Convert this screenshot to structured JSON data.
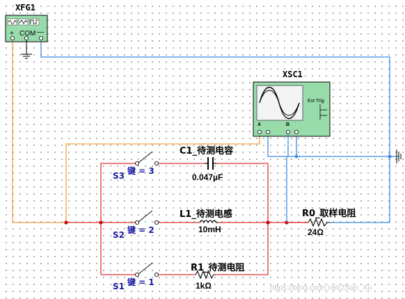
{
  "fgen": {
    "ref": "XFG1",
    "plus": "+",
    "com": "COM",
    "minus": "—",
    "waveforms": [
      "sine-icon",
      "triangle-icon",
      "square-icon"
    ]
  },
  "scope": {
    "ref": "XSC1",
    "ext_trig": "Ext Trig",
    "channel_a": "A",
    "channel_b": "B",
    "screen_icon": "sine-wave-icon"
  },
  "components": {
    "c1": {
      "name": "C1_待测电容",
      "value": "0.047µF"
    },
    "l1": {
      "name": "L1_待测电感",
      "value": "10mH"
    },
    "r1": {
      "name": "R1_待测电阻",
      "value": "1kΩ"
    },
    "r0": {
      "name": "R0_取样电阻",
      "value": "24Ω"
    }
  },
  "switches": {
    "s3": {
      "ref": "S3",
      "key": "键 = 3"
    },
    "s2": {
      "ref": "S2",
      "key": "键 = 2"
    },
    "s1": {
      "ref": "S1",
      "key": "键 = 1"
    }
  },
  "watermark": "https://blog.csdn.net/Zhao_Xu",
  "colors": {
    "wire_blue": "#3c8ae6",
    "wire_orange": "#f0a040",
    "wire_red": "#e03030",
    "component_green": "#98dcac",
    "junction": "#c80000",
    "switch_label": "#1a1aa6",
    "oscilloscope_wave": "#000000"
  }
}
